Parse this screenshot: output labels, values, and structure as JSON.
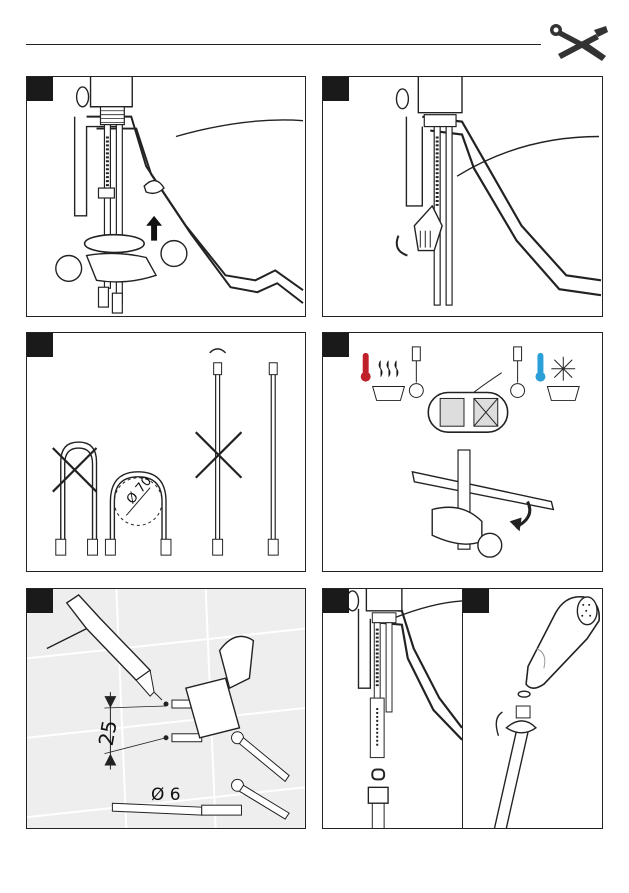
{
  "header": {
    "tool_icon": "wrench-screwdriver-icon"
  },
  "panels": [
    {
      "id": 1,
      "step_tab_color": "#1a1a1a"
    },
    {
      "id": 2,
      "step_tab_color": "#1a1a1a"
    },
    {
      "id": 3,
      "step_tab_color": "#1a1a1a",
      "bend_diameter": "Ø 70"
    },
    {
      "id": 4,
      "step_tab_color": "#1a1a1a",
      "hot_color": "#c0202a",
      "cold_color": "#2a9fd8"
    },
    {
      "id": 5,
      "step_tab_color": "#1a1a1a",
      "spacing": "25",
      "drill_diameter": "Ø 6"
    },
    {
      "id": 6,
      "step_tab_color": "#1a1a1a"
    },
    {
      "id": 7,
      "step_tab_color": "#1a1a1a"
    }
  ]
}
